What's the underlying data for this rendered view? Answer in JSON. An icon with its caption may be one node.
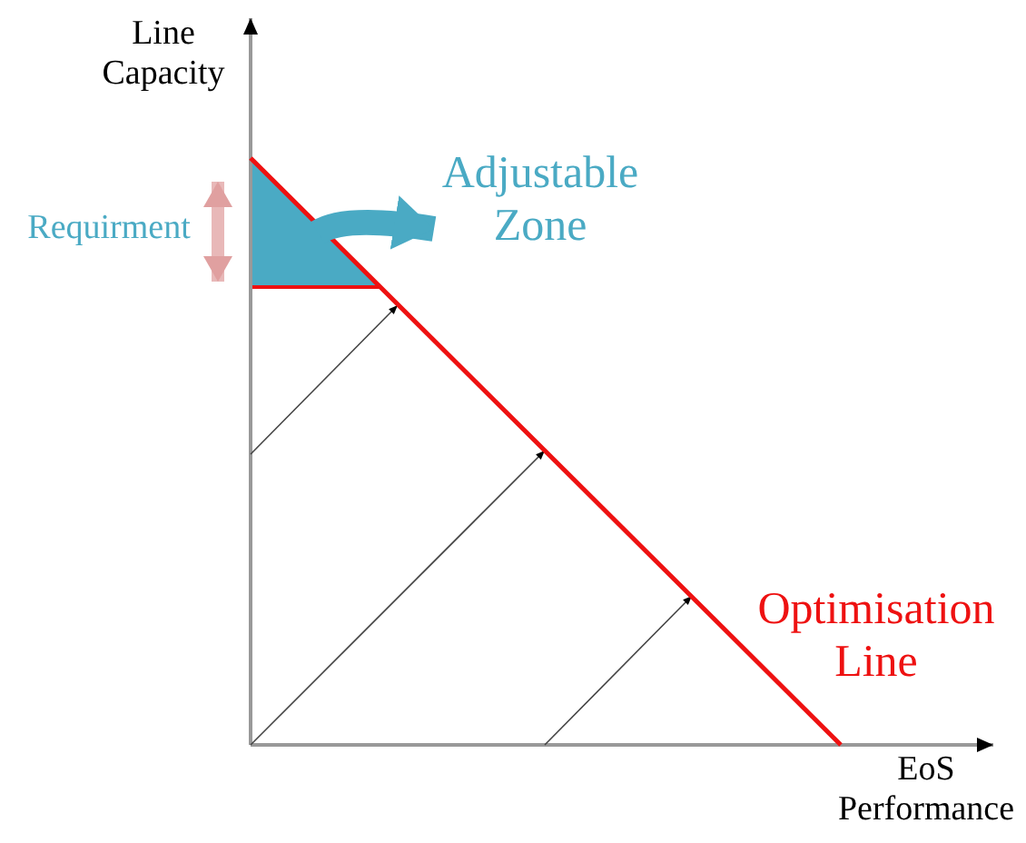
{
  "diagram": {
    "nodes": [
      {
        "text": [],
        "shape": "triangle"
      },
      {
        "text": [
          "Adjustable Zone"
        ]
      }
    ],
    "edges": [
      {
        "from": 0,
        "to": 1,
        "arrow": "to"
      }
    ],
    "labels": [
      "Line Capacity",
      "Requirment",
      "Optimisation Line",
      "EoS Performance"
    ]
  }
}
